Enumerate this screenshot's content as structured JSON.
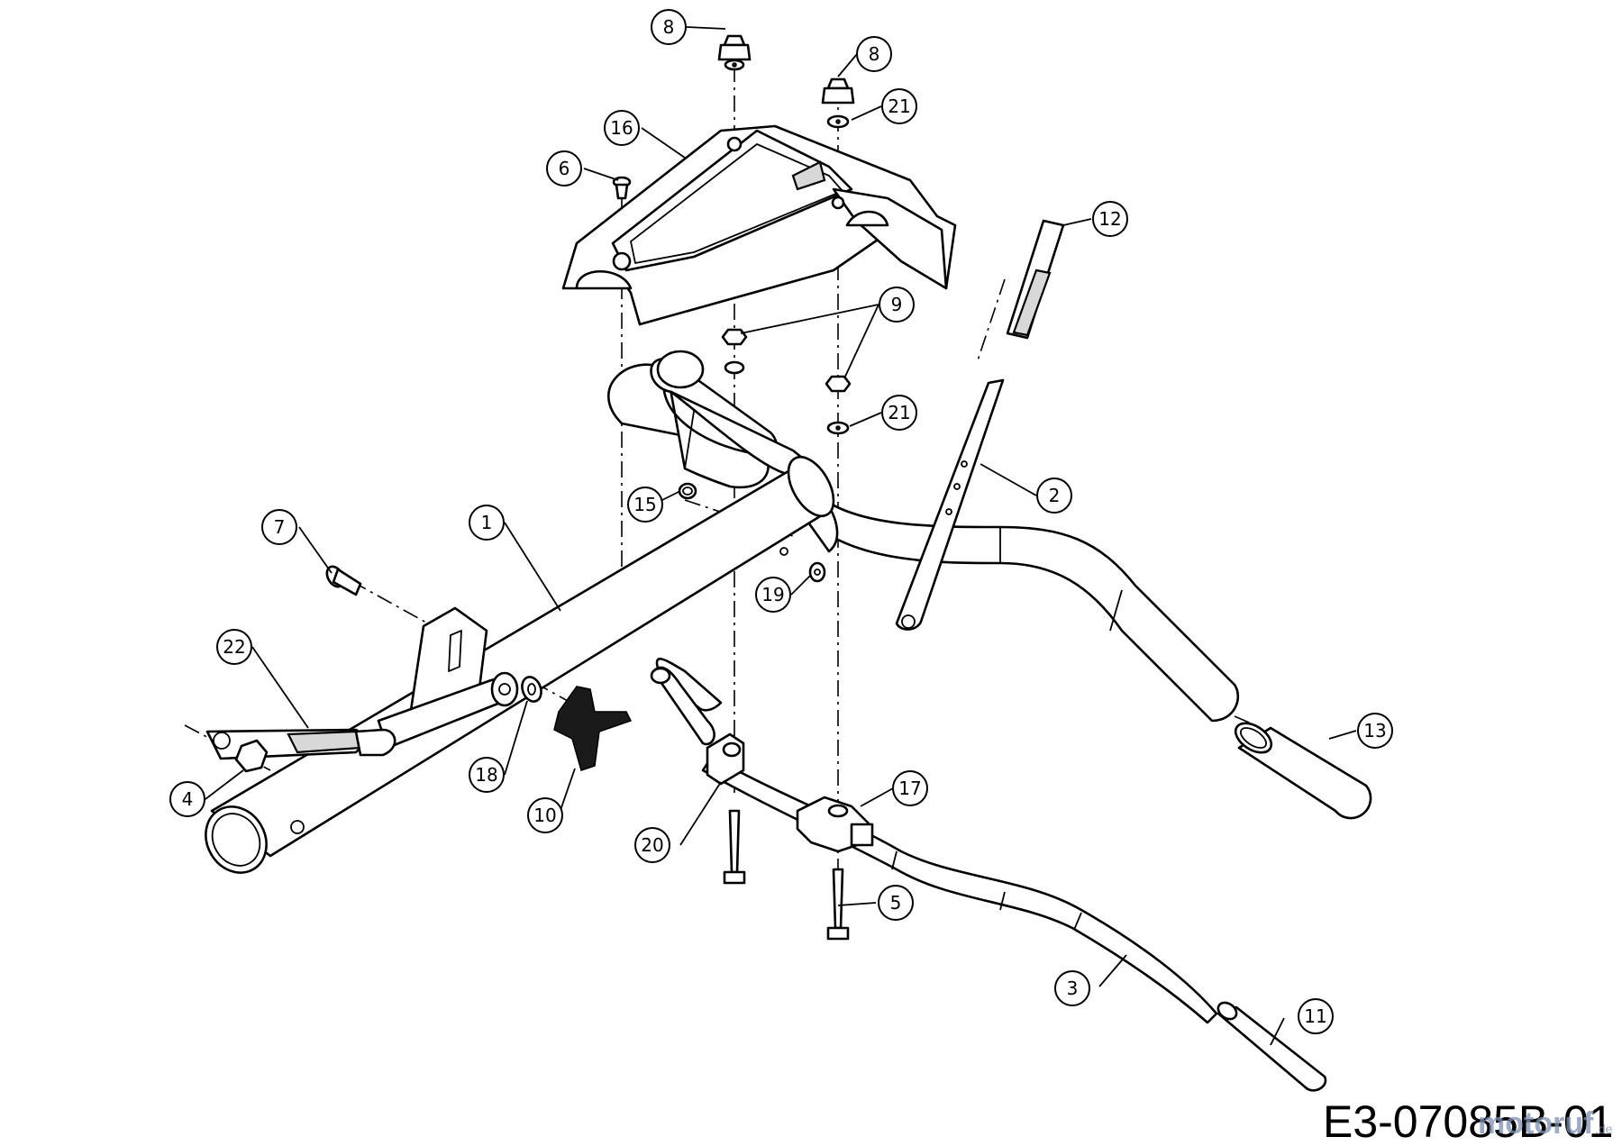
{
  "drawing_code": "E3-07085B-01",
  "watermark": {
    "text": "motoruf",
    "suffix": ".de"
  },
  "callouts": [
    {
      "label": "8"
    },
    {
      "label": "8"
    },
    {
      "label": "21"
    },
    {
      "label": "16"
    },
    {
      "label": "6"
    },
    {
      "label": "12"
    },
    {
      "label": "9"
    },
    {
      "label": "21"
    },
    {
      "label": "15"
    },
    {
      "label": "2"
    },
    {
      "label": "7"
    },
    {
      "label": "1"
    },
    {
      "label": "19"
    },
    {
      "label": "22"
    },
    {
      "label": "13"
    },
    {
      "label": "18"
    },
    {
      "label": "4"
    },
    {
      "label": "10"
    },
    {
      "label": "17"
    },
    {
      "label": "20"
    },
    {
      "label": "5"
    },
    {
      "label": "3"
    },
    {
      "label": "11"
    }
  ]
}
